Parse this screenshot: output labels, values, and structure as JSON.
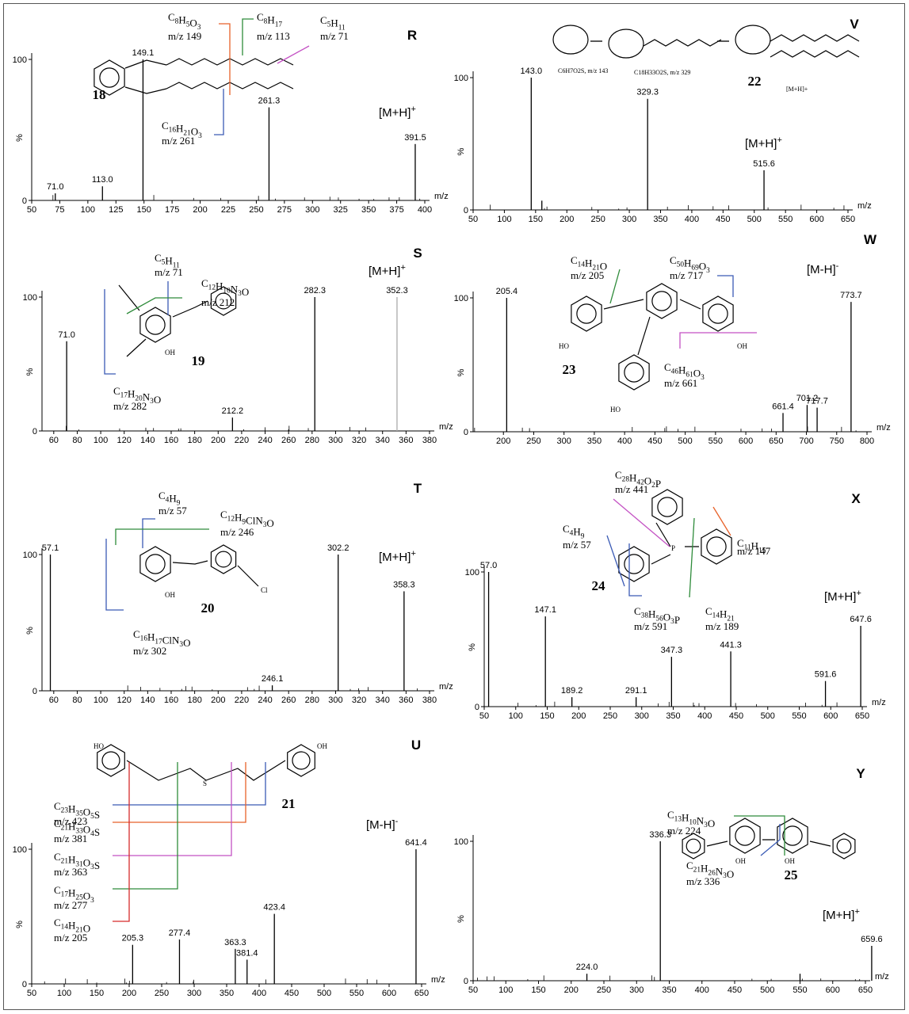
{
  "figure": {
    "axis_y_label": "%",
    "axis_x_label": "m/z"
  },
  "chart_data": [
    {
      "panel": "R",
      "type": "bar",
      "ion": "[M+H]+",
      "compound": "18",
      "xlim": [
        50,
        400
      ],
      "xticks": [
        50,
        75,
        100,
        125,
        150,
        175,
        200,
        225,
        250,
        275,
        300,
        325,
        350,
        375,
        400
      ],
      "ylim": [
        0,
        100
      ],
      "peaks": [
        {
          "x": 71.0,
          "y": 5,
          "label": "71.0"
        },
        {
          "x": 113.0,
          "y": 10,
          "label": "113.0"
        },
        {
          "x": 149.1,
          "y": 100,
          "label": "149.1"
        },
        {
          "x": 261.3,
          "y": 66,
          "label": "261.3"
        },
        {
          "x": 391.5,
          "y": 40,
          "label": "391.5"
        }
      ],
      "fragments": [
        {
          "formula": "C8H5O3",
          "mz": "m/z 149",
          "color": "#e8622a"
        },
        {
          "formula": "C8H17",
          "mz": "m/z 113",
          "color": "#2e8b3a"
        },
        {
          "formula": "C5H11",
          "mz": "m/z 71",
          "color": "#c452c4"
        },
        {
          "formula": "C16H21O3",
          "mz": "m/z 261",
          "color": "#3b5bb5"
        }
      ]
    },
    {
      "panel": "V",
      "type": "bar",
      "ion": "[M+H]+",
      "compound": "22",
      "xlim": [
        50,
        650
      ],
      "xticks": [
        50,
        100,
        150,
        200,
        250,
        300,
        350,
        400,
        450,
        500,
        550,
        600,
        650
      ],
      "ylim": [
        0,
        100
      ],
      "peaks": [
        {
          "x": 143.0,
          "y": 100,
          "label": "143.0"
        },
        {
          "x": 160.0,
          "y": 7,
          "label": ""
        },
        {
          "x": 329.3,
          "y": 84,
          "label": "329.3"
        },
        {
          "x": 515.6,
          "y": 30,
          "label": "515.6"
        }
      ],
      "fragments": [
        {
          "formula": "C6H7O2S, m/z 143",
          "color": "#000000"
        },
        {
          "formula": "C18H33O2S, m/z 329",
          "color": "#000000"
        },
        {
          "formula": "[M+H]+",
          "color": "#000000"
        }
      ]
    },
    {
      "panel": "S",
      "type": "bar",
      "ion": "[M+H]+",
      "compound": "19",
      "xlim": [
        50,
        380
      ],
      "xticks": [
        60,
        80,
        100,
        120,
        140,
        160,
        180,
        200,
        220,
        240,
        260,
        280,
        300,
        320,
        340,
        360,
        380
      ],
      "ylim": [
        0,
        100
      ],
      "peaks": [
        {
          "x": 71.0,
          "y": 67,
          "label": "71.0"
        },
        {
          "x": 212.2,
          "y": 10,
          "label": "212.2"
        },
        {
          "x": 282.3,
          "y": 100,
          "label": "282.3"
        },
        {
          "x": 352.3,
          "y": 100,
          "label": "352.3"
        }
      ],
      "fragments": [
        {
          "formula": "C5H11",
          "mz": "m/z 71",
          "color": "#3b5bb5"
        },
        {
          "formula": "C12H10N3O",
          "mz": "m/z 212",
          "color": "#2e8b3a"
        },
        {
          "formula": "C17H20N3O",
          "mz": "m/z 282",
          "color": "#3b5bb5"
        }
      ]
    },
    {
      "panel": "W",
      "type": "bar",
      "ion": "[M-H]-",
      "compound": "23",
      "xlim": [
        150,
        800
      ],
      "xticks": [
        200,
        250,
        300,
        350,
        400,
        450,
        500,
        550,
        600,
        650,
        700,
        750,
        800
      ],
      "ylim": [
        0,
        100
      ],
      "peaks": [
        {
          "x": 205.4,
          "y": 100,
          "label": "205.4"
        },
        {
          "x": 661.4,
          "y": 14,
          "label": "661.4"
        },
        {
          "x": 701.2,
          "y": 20,
          "label": "701.2"
        },
        {
          "x": 717.7,
          "y": 18,
          "label": "717.7"
        },
        {
          "x": 773.7,
          "y": 97,
          "label": "773.7"
        }
      ],
      "fragments": [
        {
          "formula": "C14H21O",
          "mz": "m/z 205",
          "color": "#2e8b3a"
        },
        {
          "formula": "C50H69O3",
          "mz": "m/z 717",
          "color": "#3b5bb5"
        },
        {
          "formula": "C46H61O3",
          "mz": "m/z 661",
          "color": "#c452c4"
        }
      ]
    },
    {
      "panel": "T",
      "type": "bar",
      "ion": "[M+H]+",
      "compound": "20",
      "xlim": [
        50,
        380
      ],
      "xticks": [
        60,
        80,
        100,
        120,
        140,
        160,
        180,
        200,
        220,
        240,
        260,
        280,
        300,
        320,
        340,
        360,
        380
      ],
      "ylim": [
        0,
        100
      ],
      "peaks": [
        {
          "x": 57.1,
          "y": 100,
          "label": "57.1"
        },
        {
          "x": 246.1,
          "y": 4,
          "label": "246.1"
        },
        {
          "x": 302.2,
          "y": 100,
          "label": "302.2"
        },
        {
          "x": 358.3,
          "y": 73,
          "label": "358.3"
        }
      ],
      "fragments": [
        {
          "formula": "C4H9",
          "mz": "m/z 57",
          "color": "#3b5bb5"
        },
        {
          "formula": "C12H9ClN3O",
          "mz": "m/z 246",
          "color": "#2e8b3a"
        },
        {
          "formula": "C16H17ClN3O",
          "mz": "m/z 302",
          "color": "#3b5bb5"
        }
      ]
    },
    {
      "panel": "X",
      "type": "bar",
      "ion": "[M+H]+",
      "compound": "24",
      "xlim": [
        50,
        650
      ],
      "xticks": [
        50,
        100,
        150,
        200,
        250,
        300,
        350,
        400,
        450,
        500,
        550,
        600,
        650
      ],
      "ylim": [
        0,
        100
      ],
      "peaks": [
        {
          "x": 57.0,
          "y": 100,
          "label": "57.0"
        },
        {
          "x": 147.1,
          "y": 67,
          "label": "147.1"
        },
        {
          "x": 189.2,
          "y": 7,
          "label": "189.2"
        },
        {
          "x": 291.1,
          "y": 7,
          "label": "291.1"
        },
        {
          "x": 347.3,
          "y": 37,
          "label": "347.3"
        },
        {
          "x": 441.3,
          "y": 41,
          "label": "441.3"
        },
        {
          "x": 591.6,
          "y": 19,
          "label": "591.6"
        },
        {
          "x": 647.6,
          "y": 60,
          "label": "647.6"
        }
      ],
      "fragments": [
        {
          "formula": "C28H42O2P",
          "mz": "m/z 441",
          "color": "#c452c4"
        },
        {
          "formula": "C4H9",
          "mz": "m/z 57",
          "color": "#3b5bb5"
        },
        {
          "formula": "C11H15",
          "mz": "m/z 147",
          "color": "#e8622a"
        },
        {
          "formula": "C38H56O3P",
          "mz": "m/z 591",
          "color": "#3b5bb5"
        },
        {
          "formula": "C14H21",
          "mz": "m/z 189",
          "color": "#2e8b3a"
        }
      ]
    },
    {
      "panel": "U",
      "type": "bar",
      "ion": "[M-H]-",
      "compound": "21",
      "xlim": [
        50,
        650
      ],
      "xticks": [
        50,
        100,
        150,
        200,
        250,
        300,
        350,
        400,
        450,
        500,
        550,
        600,
        650
      ],
      "ylim": [
        0,
        100
      ],
      "peaks": [
        {
          "x": 205.3,
          "y": 29,
          "label": "205.3"
        },
        {
          "x": 277.4,
          "y": 33,
          "label": "277.4"
        },
        {
          "x": 363.3,
          "y": 26,
          "label": "363.3"
        },
        {
          "x": 381.4,
          "y": 18,
          "label": "381.4"
        },
        {
          "x": 423.4,
          "y": 52,
          "label": "423.4"
        },
        {
          "x": 641.4,
          "y": 100,
          "label": "641.4"
        }
      ],
      "fragments": [
        {
          "formula": "C23H35O5S",
          "mz": "m/z 423",
          "color": "#3b5bb5"
        },
        {
          "formula": "C21H33O4S",
          "mz": "m/z 381",
          "color": "#e8622a"
        },
        {
          "formula": "C21H31O3S",
          "mz": "m/z 363",
          "color": "#c452c4"
        },
        {
          "formula": "C17H25O3",
          "mz": "m/z 277",
          "color": "#2e8b3a"
        },
        {
          "formula": "C14H21O",
          "mz": "m/z 205",
          "color": "#d62b2b"
        }
      ]
    },
    {
      "panel": "Y",
      "type": "bar",
      "ion": "[M+H]+",
      "compound": "25",
      "xlim": [
        50,
        650
      ],
      "xticks": [
        50,
        100,
        150,
        200,
        250,
        300,
        350,
        400,
        450,
        500,
        550,
        600,
        650
      ],
      "ylim": [
        0,
        100
      ],
      "peaks": [
        {
          "x": 224.0,
          "y": 5,
          "label": "224.0"
        },
        {
          "x": 336.3,
          "y": 100,
          "label": "336.3"
        },
        {
          "x": 550.0,
          "y": 5,
          "label": ""
        },
        {
          "x": 659.6,
          "y": 25,
          "label": "659.6"
        }
      ],
      "fragments": [
        {
          "formula": "C13H10N3O",
          "mz": "m/z 224",
          "color": "#2e8b3a"
        },
        {
          "formula": "C21H26N3O",
          "mz": "m/z 336",
          "color": "#3b5bb5"
        }
      ]
    }
  ]
}
